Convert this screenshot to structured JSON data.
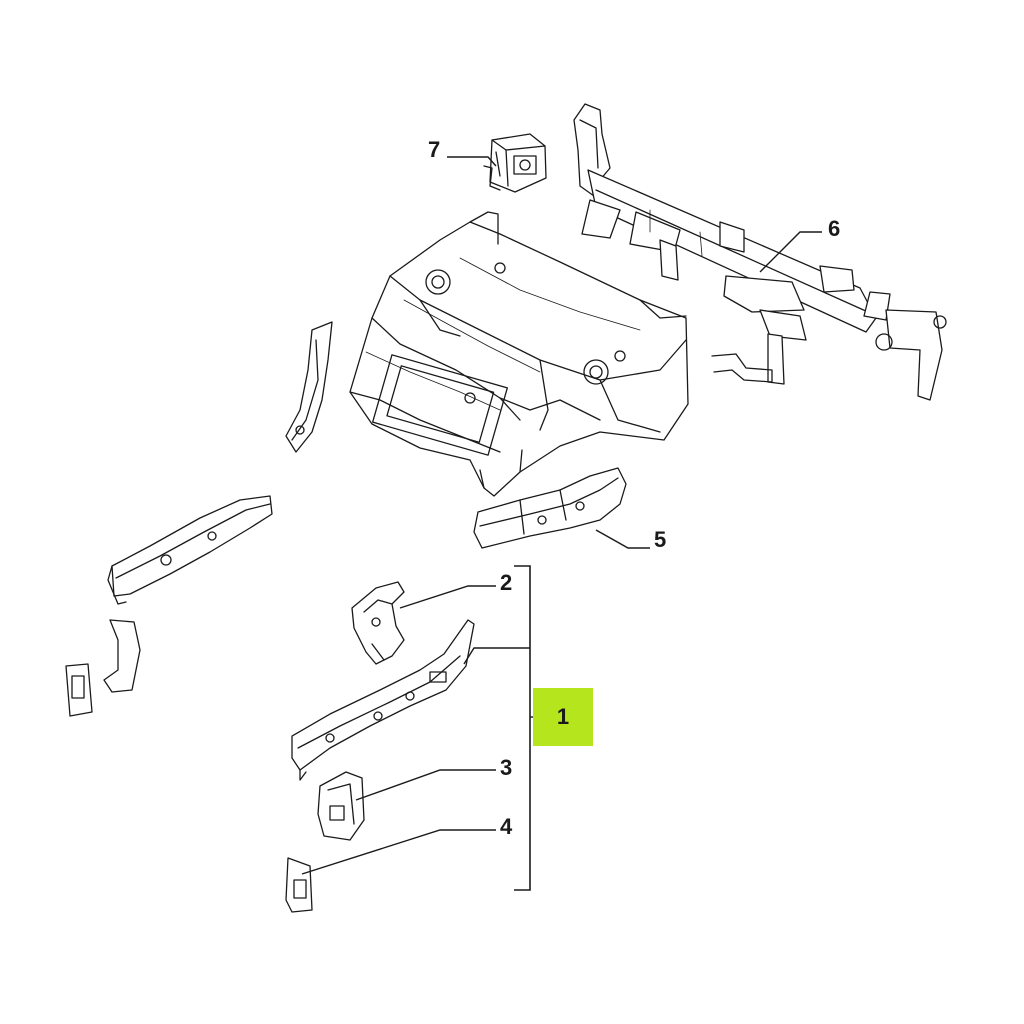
{
  "callouts": {
    "c1": "1",
    "c2": "2",
    "c3": "3",
    "c4": "4",
    "c5": "5",
    "c6": "6",
    "c7": "7"
  },
  "colors": {
    "highlight": "#b5e61d",
    "line": "#1a1a1a",
    "background": "#ffffff"
  }
}
